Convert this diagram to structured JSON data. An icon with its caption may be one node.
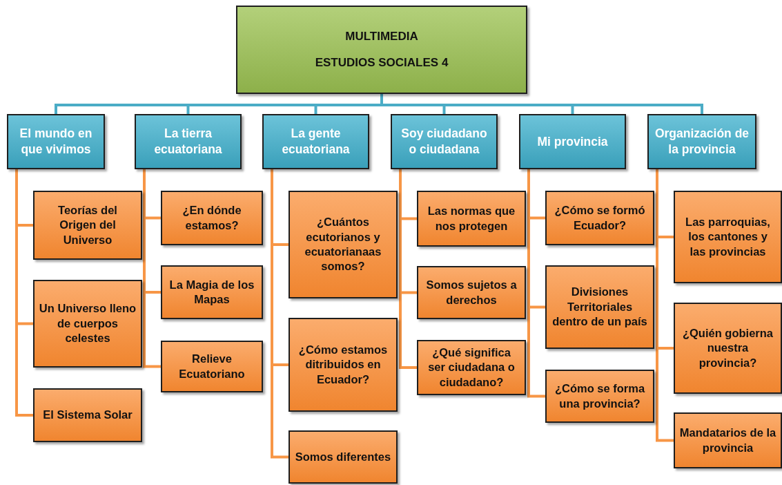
{
  "diagram": {
    "nodes": [
      {
        "text": [
          "MULTIMEDIA",
          "ESTUDIOS SOCIALES 4"
        ]
      },
      {
        "text": [
          "El mundo en que vivimos"
        ]
      },
      {
        "text": [
          "La tierra ecuatoriana"
        ]
      },
      {
        "text": [
          "La gente ecuatoriana"
        ]
      },
      {
        "text": [
          "Soy ciudadano o ciudadana"
        ]
      },
      {
        "text": [
          "Mi provincia"
        ]
      },
      {
        "text": [
          "Organización de la provincia"
        ]
      },
      {
        "text": [
          "Teorías del Origen del Universo"
        ]
      },
      {
        "text": [
          "Un Universo lleno de cuerpos celestes"
        ]
      },
      {
        "text": [
          "El Sistema Solar"
        ]
      },
      {
        "text": [
          "¿En dónde estamos?"
        ]
      },
      {
        "text": [
          "La Magia de los Mapas"
        ]
      },
      {
        "text": [
          "Relieve Ecuatoriano"
        ]
      },
      {
        "text": [
          "¿Cuántos ecutorianos y ecuatorianaas somos?"
        ]
      },
      {
        "text": [
          "¿Cómo estamos ditribuidos en Ecuador?"
        ]
      },
      {
        "text": [
          "Somos diferentes"
        ]
      },
      {
        "text": [
          "Las normas que nos protegen"
        ]
      },
      {
        "text": [
          "Somos sujetos a derechos"
        ]
      },
      {
        "text": [
          "¿Qué significa ser ciudadana o ciudadano?"
        ]
      },
      {
        "text": [
          "¿Cómo se formó Ecuador?"
        ]
      },
      {
        "text": [
          "Divisiones Territoriales dentro de un país"
        ]
      },
      {
        "text": [
          "¿Cómo se forma una provincia?"
        ]
      },
      {
        "text": [
          "Las parroquias, los cantones y las provincias"
        ]
      },
      {
        "text": [
          "¿Quién gobierna nuestra provincia?"
        ]
      },
      {
        "text": [
          "Mandatarios de la  provincia"
        ]
      }
    ],
    "edges": [
      {
        "from": 0,
        "to": 1,
        "arrow": "none",
        "color": "#4bacc6"
      },
      {
        "from": 0,
        "to": 2,
        "arrow": "none",
        "color": "#4bacc6"
      },
      {
        "from": 0,
        "to": 3,
        "arrow": "none",
        "color": "#4bacc6"
      },
      {
        "from": 0,
        "to": 4,
        "arrow": "none",
        "color": "#4bacc6"
      },
      {
        "from": 0,
        "to": 5,
        "arrow": "none",
        "color": "#4bacc6"
      },
      {
        "from": 0,
        "to": 6,
        "arrow": "none",
        "color": "#4bacc6"
      },
      {
        "from": 1,
        "to": 7,
        "arrow": "none"
      },
      {
        "from": 1,
        "to": 8,
        "arrow": "none"
      },
      {
        "from": 1,
        "to": 9,
        "arrow": "none"
      },
      {
        "from": 2,
        "to": 10,
        "arrow": "none"
      },
      {
        "from": 2,
        "to": 11,
        "arrow": "none"
      },
      {
        "from": 2,
        "to": 12,
        "arrow": "none"
      },
      {
        "from": 3,
        "to": 13,
        "arrow": "none"
      },
      {
        "from": 3,
        "to": 14,
        "arrow": "none"
      },
      {
        "from": 3,
        "to": 15,
        "arrow": "none"
      },
      {
        "from": 4,
        "to": 16,
        "arrow": "none"
      },
      {
        "from": 4,
        "to": 17,
        "arrow": "none"
      },
      {
        "from": 4,
        "to": 18,
        "arrow": "none"
      },
      {
        "from": 5,
        "to": 19,
        "arrow": "none"
      },
      {
        "from": 5,
        "to": 20,
        "arrow": "none"
      },
      {
        "from": 5,
        "to": 21,
        "arrow": "none"
      },
      {
        "from": 6,
        "to": 22,
        "arrow": "none"
      },
      {
        "from": 6,
        "to": 23,
        "arrow": "none"
      },
      {
        "from": 6,
        "to": 24,
        "arrow": "none"
      }
    ]
  }
}
